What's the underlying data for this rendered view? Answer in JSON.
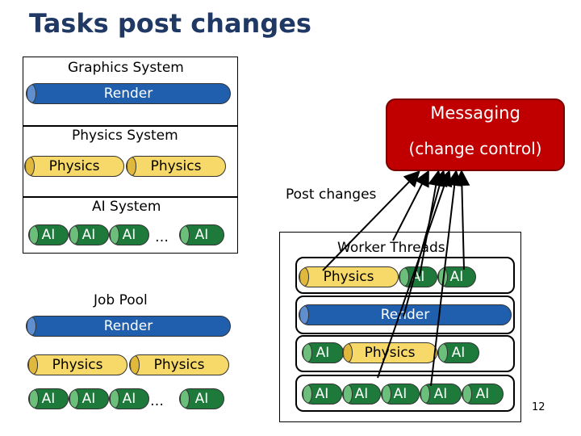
{
  "title": "Tasks post changes",
  "graphics": {
    "system_label": "Graphics System",
    "render_label": "Render"
  },
  "physics_sys": {
    "system_label": "Physics System",
    "task_labels": [
      "Physics",
      "Physics"
    ]
  },
  "ai_sys": {
    "system_label": "AI System",
    "task_labels": [
      "AI",
      "AI",
      "AI",
      "AI"
    ],
    "ellipsis": "…"
  },
  "job_pool": {
    "label": "Job Pool",
    "render_label": "Render",
    "physics_labels": [
      "Physics",
      "Physics"
    ],
    "ai_labels": [
      "AI",
      "AI",
      "AI",
      "AI"
    ],
    "ellipsis": "…"
  },
  "messaging": {
    "line1": "Messaging",
    "line2": "(change control)"
  },
  "post_changes_label": "Post changes",
  "worker_threads": {
    "label": "Worker Threads",
    "row1": [
      "Physics",
      "AI",
      "AI"
    ],
    "row2_render": "Render",
    "row3": [
      "AI",
      "Physics",
      "AI"
    ],
    "row4": [
      "AI",
      "AI",
      "AI",
      "AI",
      "AI"
    ]
  },
  "page_number": "12",
  "colors": {
    "title": "#1f3864",
    "messaging_fill": "#c00000",
    "render_blue": "#1f5fae",
    "ai_green": "#1e7a3a",
    "physics_yellow": "#f7d96a"
  }
}
